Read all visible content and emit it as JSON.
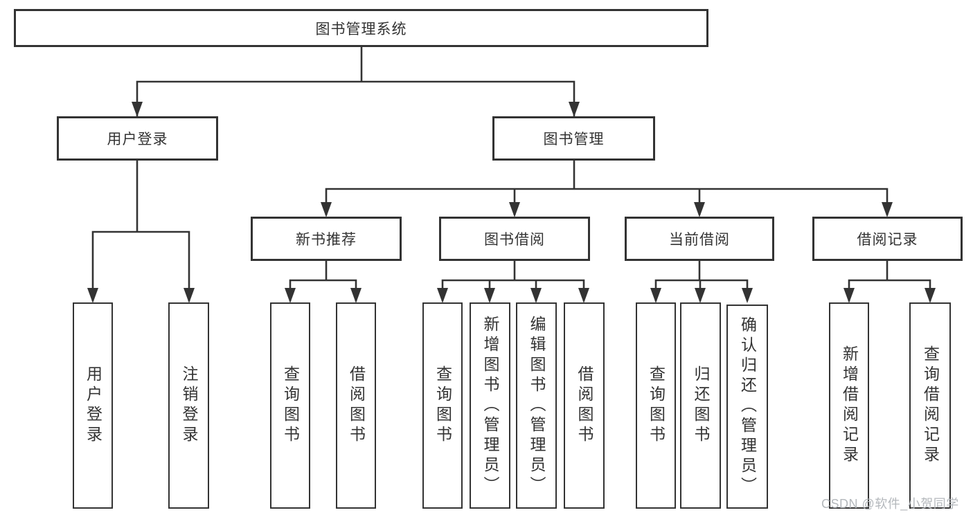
{
  "diagram": {
    "root": {
      "label": "图书管理系统"
    },
    "branches": [
      {
        "label": "用户登录",
        "children": [
          {
            "label": "用户登录"
          },
          {
            "label": "注销登录"
          }
        ]
      },
      {
        "label": "图书管理",
        "children": [
          {
            "label": "新书推荐",
            "children": [
              {
                "label": "查询图书"
              },
              {
                "label": "借阅图书"
              }
            ]
          },
          {
            "label": "图书借阅",
            "children": [
              {
                "label": "查询图书"
              },
              {
                "label": "新增图书（管理员）"
              },
              {
                "label": "编辑图书（管理员）"
              },
              {
                "label": "借阅图书"
              }
            ]
          },
          {
            "label": "当前借阅",
            "children": [
              {
                "label": "查询图书"
              },
              {
                "label": "归还图书"
              },
              {
                "label": "确认归还（管理员）"
              }
            ]
          },
          {
            "label": "借阅记录",
            "children": [
              {
                "label": "新增借阅记录"
              },
              {
                "label": "查询借阅记录"
              }
            ]
          }
        ]
      }
    ]
  },
  "watermark": {
    "text": "CSDN @软件_小贺同学"
  },
  "colors": {
    "line": "#333333",
    "box_border": "#333333",
    "text": "#333333",
    "watermark": "#b4b8bc",
    "background": "#ffffff"
  }
}
